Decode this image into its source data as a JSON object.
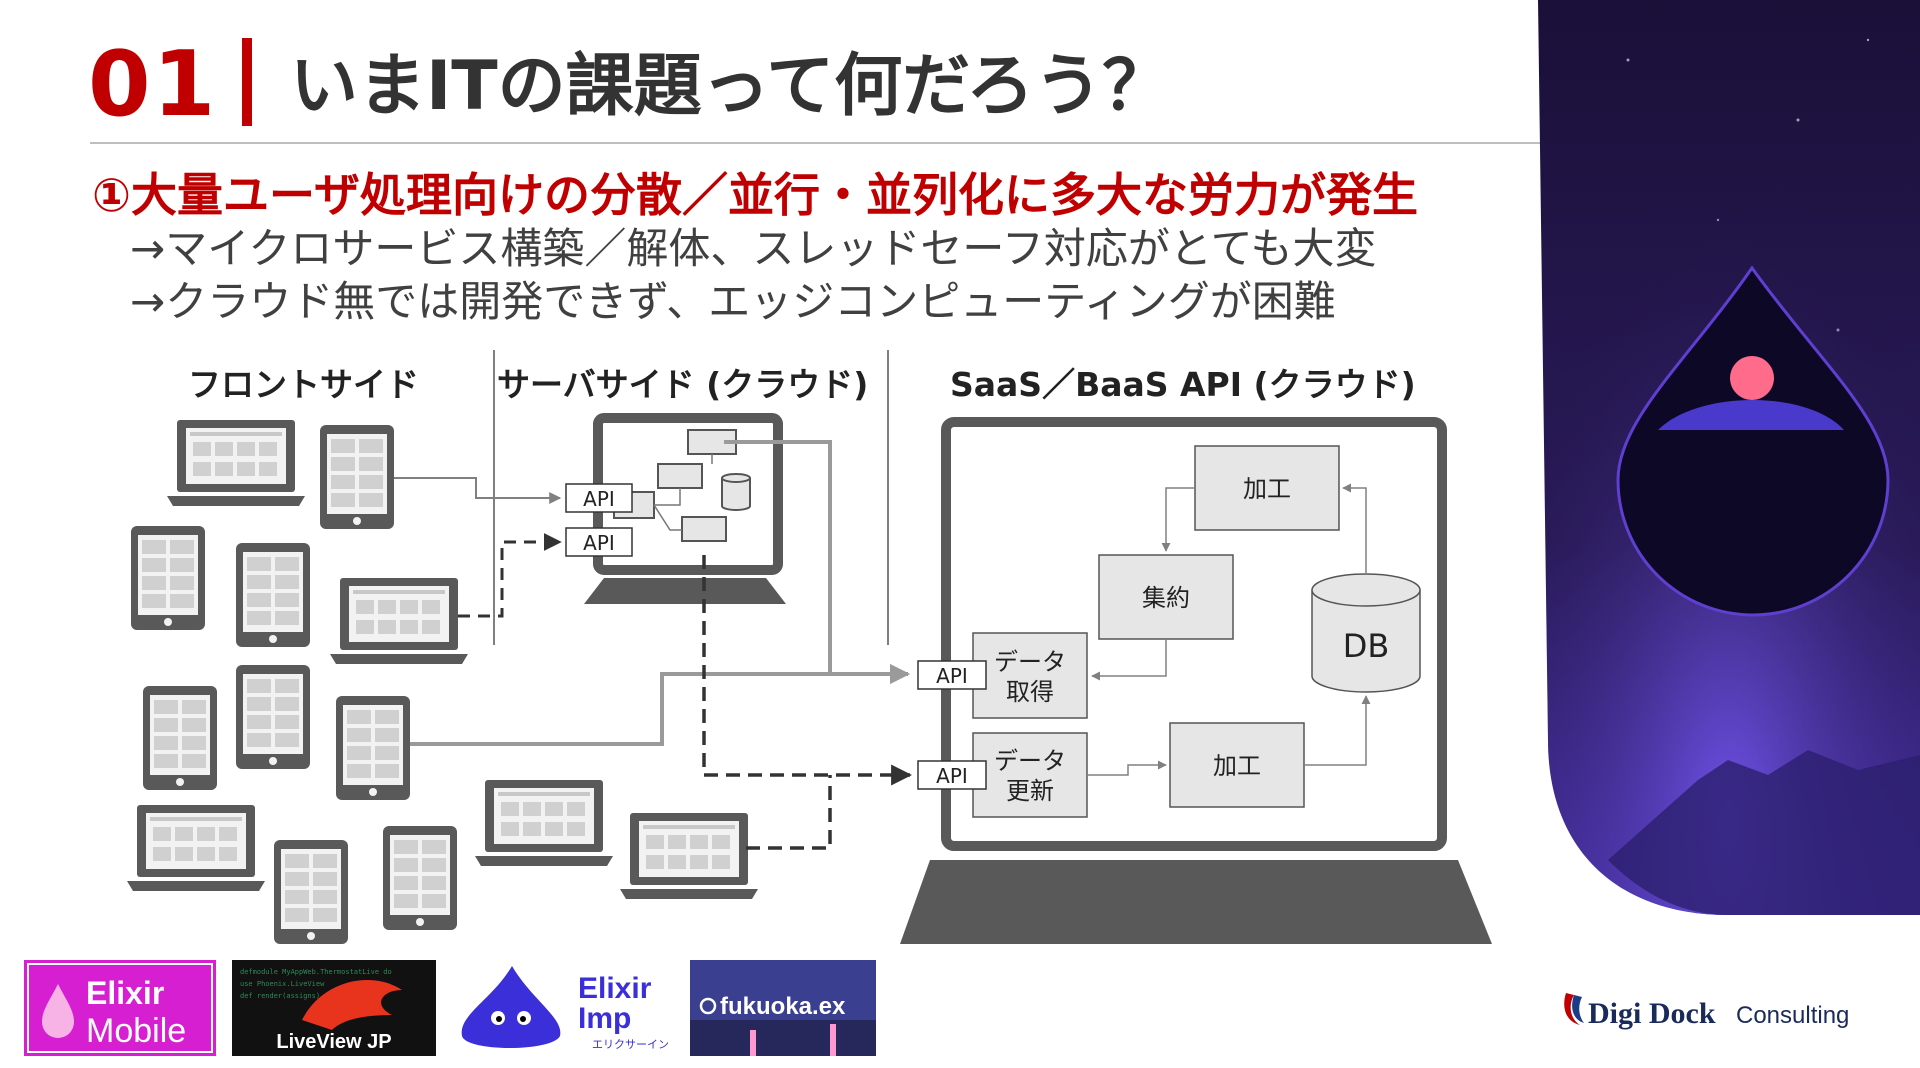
{
  "header": {
    "number": "01",
    "title": "いまITの課題って何だろう？"
  },
  "subheading": "①大量ユーザ処理向けの分散／並行・並列化に多大な労力が発生",
  "bullets": [
    "→マイクロサービス構築／解体、スレッドセーフ対応がとても大変",
    "→クラウド無では開発できず、エッジコンピューティングが困難"
  ],
  "columns": {
    "front": "フロントサイド",
    "server": "サーバサイド (クラウド)",
    "saas": "SaaS／BaaS API (クラウド)"
  },
  "server_api": [
    "API",
    "API"
  ],
  "saas_api": [
    "API",
    "API"
  ],
  "saas_boxes": {
    "kakou_top": "加工",
    "shuuyaku": "集約",
    "db": "DB",
    "data_get_1": "データ",
    "data_get_2": "取得",
    "data_upd_1": "データ",
    "data_upd_2": "更新",
    "kakou_bottom": "加工"
  },
  "logos": {
    "elixir_mobile_1": "Elixir",
    "elixir_mobile_2": "Mobile",
    "liveview": "LiveView JP",
    "elixir_imp_1": "Elixir",
    "elixir_imp_2": "Imp",
    "elixir_imp_3": "エリクサーインプ",
    "fukuoka": "fukuoka.ex",
    "digidock_1": "Digi Dock",
    "digidock_2": "Consulting"
  },
  "colors": {
    "accent": "#c00000",
    "text": "#333333",
    "device": "#595959",
    "box_fill": "#e6e6e6",
    "panel_dark": "#1d1240",
    "panel_glow": "#6c4cf5"
  }
}
